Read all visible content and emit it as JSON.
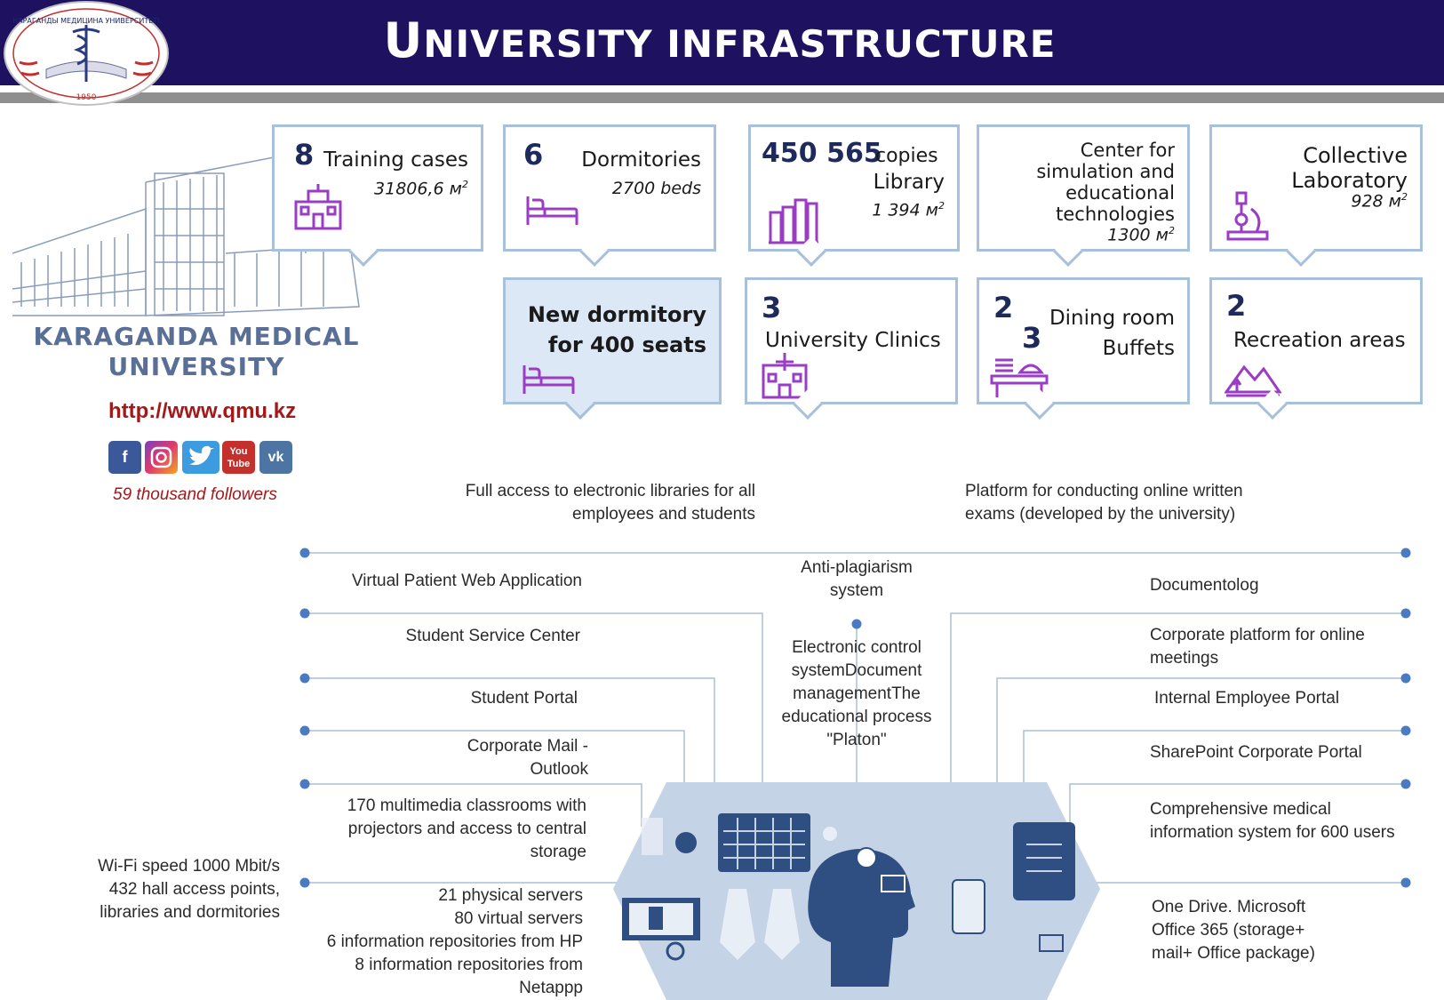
{
  "header": {
    "title_first": "U",
    "title_rest": "NIVERSITY INFRASTRUCTURE",
    "logo_text": "КАРАГАНДЫ МЕДИЦИНА УНИВЕРСИТЕТІ",
    "logo_year": "1950"
  },
  "brand": {
    "name_line1": "KARAGANDA MEDICAL",
    "name_line2": "UNIVERSITY",
    "url": "http://www.qmu.kz",
    "followers": "59 thousand followers",
    "social_icons": [
      "facebook-icon",
      "instagram-icon",
      "twitter-icon",
      "youtube-icon",
      "vk-icon"
    ]
  },
  "cards": {
    "training": {
      "num": "8",
      "label": "Training cases",
      "sub": "31806,6 м",
      "sup": "2"
    },
    "dormitories": {
      "num": "6",
      "label": "Dormitories",
      "sub": "2700 beds"
    },
    "library": {
      "num": "450 565",
      "unit": "copies",
      "label": "Library",
      "sub": "1 394 м",
      "sup": "2"
    },
    "simulation": {
      "line1": "Center for",
      "line2": "simulation and",
      "line3": "educational",
      "line4": "technologies",
      "sub": "1300 м",
      "sup": "2"
    },
    "laboratory": {
      "line1": "Collective",
      "line2": "Laboratory",
      "sub": "928 м",
      "sup": "2"
    },
    "new_dorm": {
      "line1": "New dormitory",
      "line2": "for 400 seats"
    },
    "clinics": {
      "num": "3",
      "label": "University Clinics"
    },
    "dining": {
      "num1": "2",
      "num2": "3",
      "label1": "Dining room",
      "label2": "Buffets"
    },
    "recreation": {
      "num": "2",
      "label": "Recreation areas"
    }
  },
  "network": {
    "top_left": [
      "Full access to electronic libraries for all",
      "employees and students"
    ],
    "top_right": [
      "Platform for conducting online written",
      "exams (developed by the university)"
    ],
    "center_top": [
      "Anti-plagiarism",
      "system"
    ],
    "center_mid": [
      "Electronic control",
      "systemDocument",
      "managementThe",
      "educational process",
      "\"Platon\""
    ],
    "left": {
      "virtual_patient": "Virtual Patient Web Application",
      "service_center": "Student Service Center",
      "student_portal": "Student Portal",
      "mail": [
        "Corporate Mail -",
        "Outlook"
      ],
      "classrooms": [
        "170 multimedia classrooms with",
        "projectors and access to central",
        "storage"
      ],
      "servers": [
        "21 physical servers",
        "80 virtual servers",
        "6 information repositories from HP",
        "8 information repositories from Netappp"
      ],
      "wifi": [
        "Wi-Fi speed 1000 Mbit/s",
        "432 hall access points,",
        "libraries and dormitories"
      ]
    },
    "right": {
      "documentolog": "Documentolog",
      "meetings": [
        "Corporate platform for online",
        "meetings"
      ],
      "employee_portal": "Internal Employee Portal",
      "sharepoint": "SharePoint Corporate Portal",
      "mis": [
        "Comprehensive medical",
        "information system for 600 users"
      ],
      "onedrive": [
        "One Drive. Microsoft",
        "Office 365 (storage+",
        "mail+ Office package)"
      ]
    }
  },
  "colors": {
    "header_bg": "#1e1160",
    "card_border": "#a7c0dc",
    "number": "#1f2a5c",
    "link_red": "#a31818",
    "line": "#9fb6d3",
    "dot": "#4a7bc0"
  }
}
